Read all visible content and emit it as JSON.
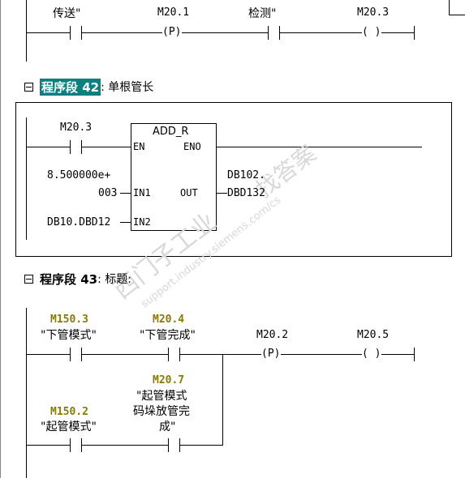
{
  "segment41": {
    "contact1_label": "传送\"",
    "coil_p_addr": "M20.1",
    "contact2_label": "检测\"",
    "coil_addr": "M20.3"
  },
  "segment42": {
    "title": "程序段 42",
    "desc": ": 单根管长",
    "contact_addr": "M20.3",
    "box_name": "ADD_R",
    "en": "EN",
    "eno": "ENO",
    "in1_label": "IN1",
    "out_label": "OUT",
    "in2_label": "IN2",
    "in1_value_line1": "8.500000e+",
    "in1_value_line2": "003",
    "out_value_line1": "DB102.",
    "out_value_line2": "DBD132",
    "in2_value": "DB10.DBD12"
  },
  "segment43": {
    "title": "程序段 43",
    "desc": ": 标题:",
    "c1_addr": "M150.3",
    "c1_name": "\"下管模式\"",
    "c2_addr": "M20.4",
    "c2_name": "\"下管完成\"",
    "coil_p_addr": "M20.2",
    "coil_addr": "M20.5",
    "c3_addr": "M150.2",
    "c3_name": "\"起管模式\"",
    "c4_addr": "M20.7",
    "c4_name_line1": "\"起管模式",
    "c4_name_line2": "码垛放管完",
    "c4_name_line3": "成\""
  },
  "symbols": {
    "p_coil": "(P)",
    "coil": "( )"
  },
  "watermark": {
    "line1": "西门子工业",
    "line2": "support.industry.siemens.com/cs",
    "line3": "找答案"
  },
  "colors": {
    "selection": "#0a8080",
    "address_yellow": "#8a7a00",
    "watermark": "#d8d8d8"
  }
}
